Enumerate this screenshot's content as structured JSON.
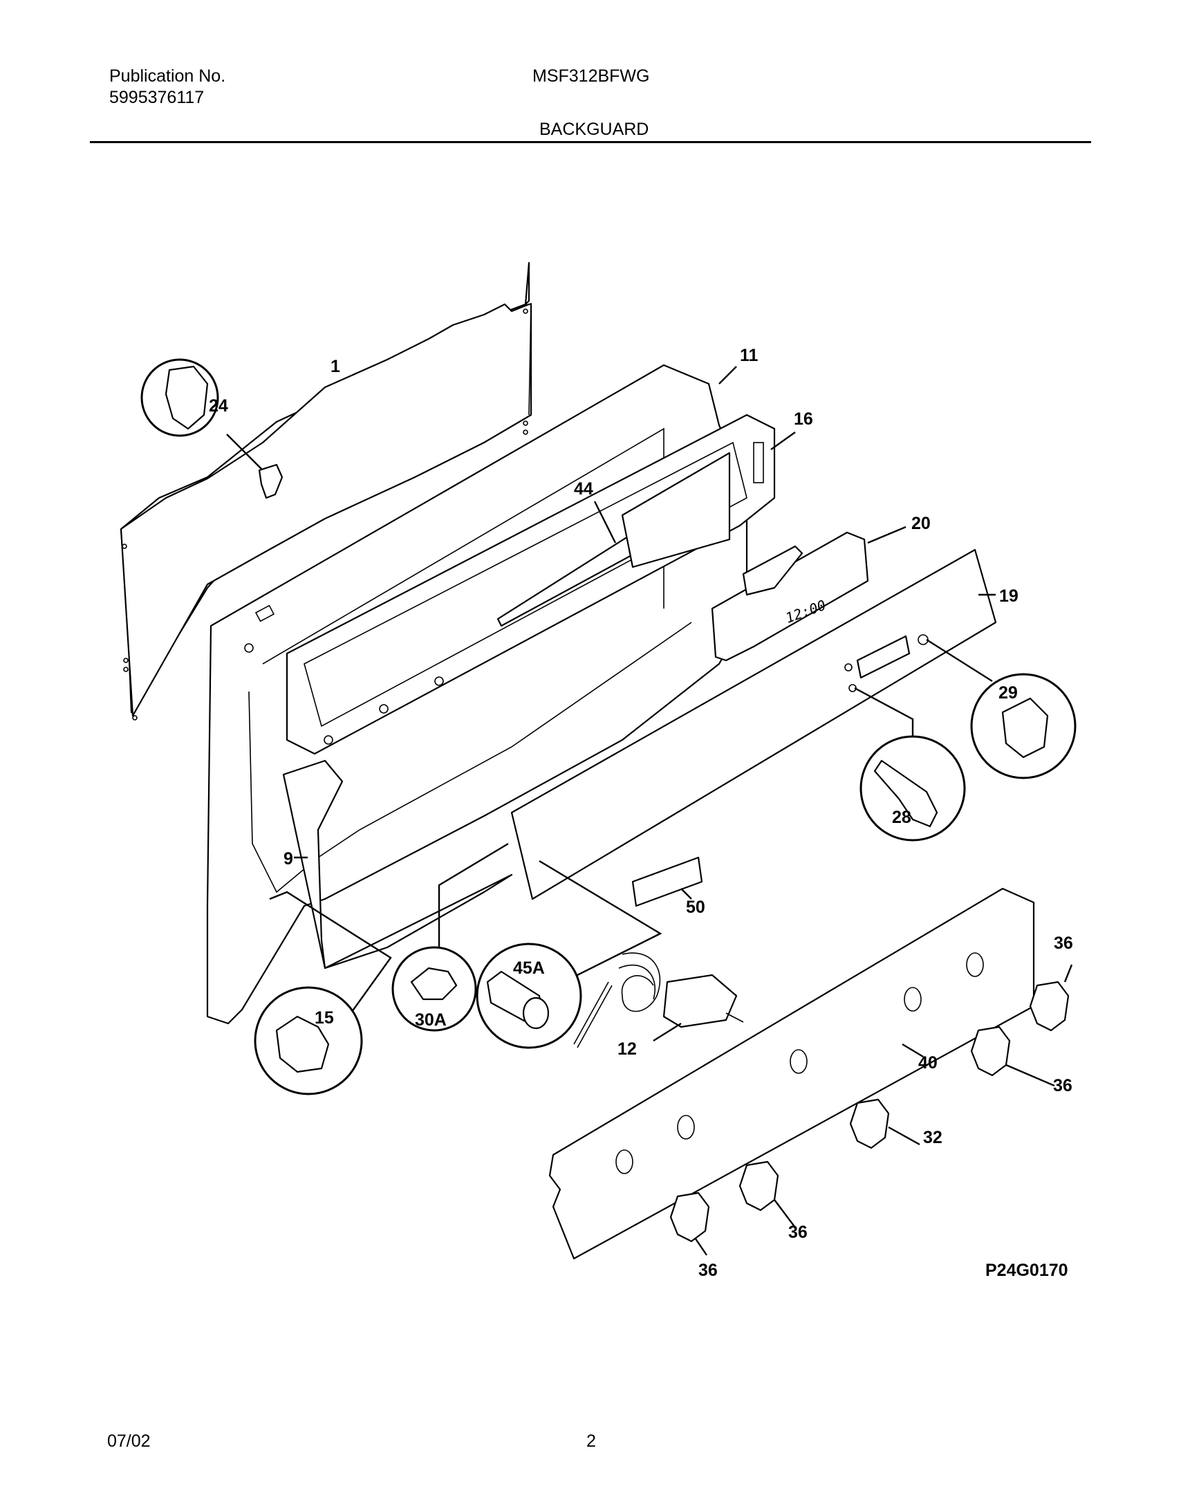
{
  "header": {
    "publication_label": "Publication No.",
    "publication_number": "5995376117",
    "model": "MSF312BFWG",
    "section_title": "BACKGUARD"
  },
  "diagram": {
    "lcd_display": "12:00",
    "figure_ref": "P24G0170",
    "callouts": {
      "c1": "1",
      "c11": "11",
      "c16": "16",
      "c24": "24",
      "c44": "44",
      "c20": "20",
      "c19": "19",
      "c29": "29",
      "c28": "28",
      "c9": "9",
      "c50": "50",
      "c15": "15",
      "c30a": "30A",
      "c45a": "45A",
      "c12": "12",
      "c40": "40",
      "c32": "32",
      "c36a": "36",
      "c36b": "36",
      "c36c": "36",
      "c36d": "36"
    }
  },
  "footer": {
    "date": "07/02",
    "page": "2"
  }
}
